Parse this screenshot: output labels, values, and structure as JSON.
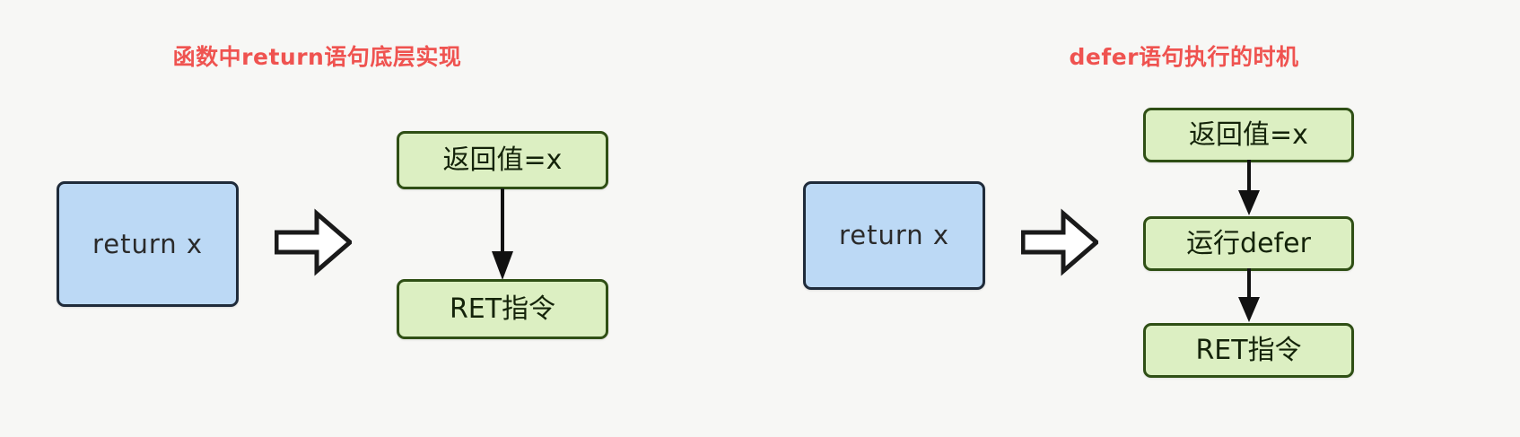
{
  "page": {
    "background_color": "#f7f7f5",
    "title_color": "#ef5350",
    "blue_fill": "#bcd9f5",
    "blue_border": "#1f2b3a",
    "green_fill": "#dcefc2",
    "green_border": "#2f4f15"
  },
  "panels": [
    {
      "id": "return-implementation",
      "title": "函数中return语句底层实现",
      "source": {
        "label": "return x",
        "style": "blue"
      },
      "steps": [
        {
          "label": "返回值=x",
          "style": "green"
        },
        {
          "label": "RET指令",
          "style": "green"
        }
      ]
    },
    {
      "id": "defer-timing",
      "title": "defer语句执行的时机",
      "source": {
        "label": "return x",
        "style": "blue"
      },
      "steps": [
        {
          "label": "返回值=x",
          "style": "green"
        },
        {
          "label": "运行defer",
          "style": "green"
        },
        {
          "label": "RET指令",
          "style": "green"
        }
      ]
    }
  ],
  "icons": {
    "block_arrow": "right-block-arrow",
    "flow_arrow": "down-arrow"
  }
}
